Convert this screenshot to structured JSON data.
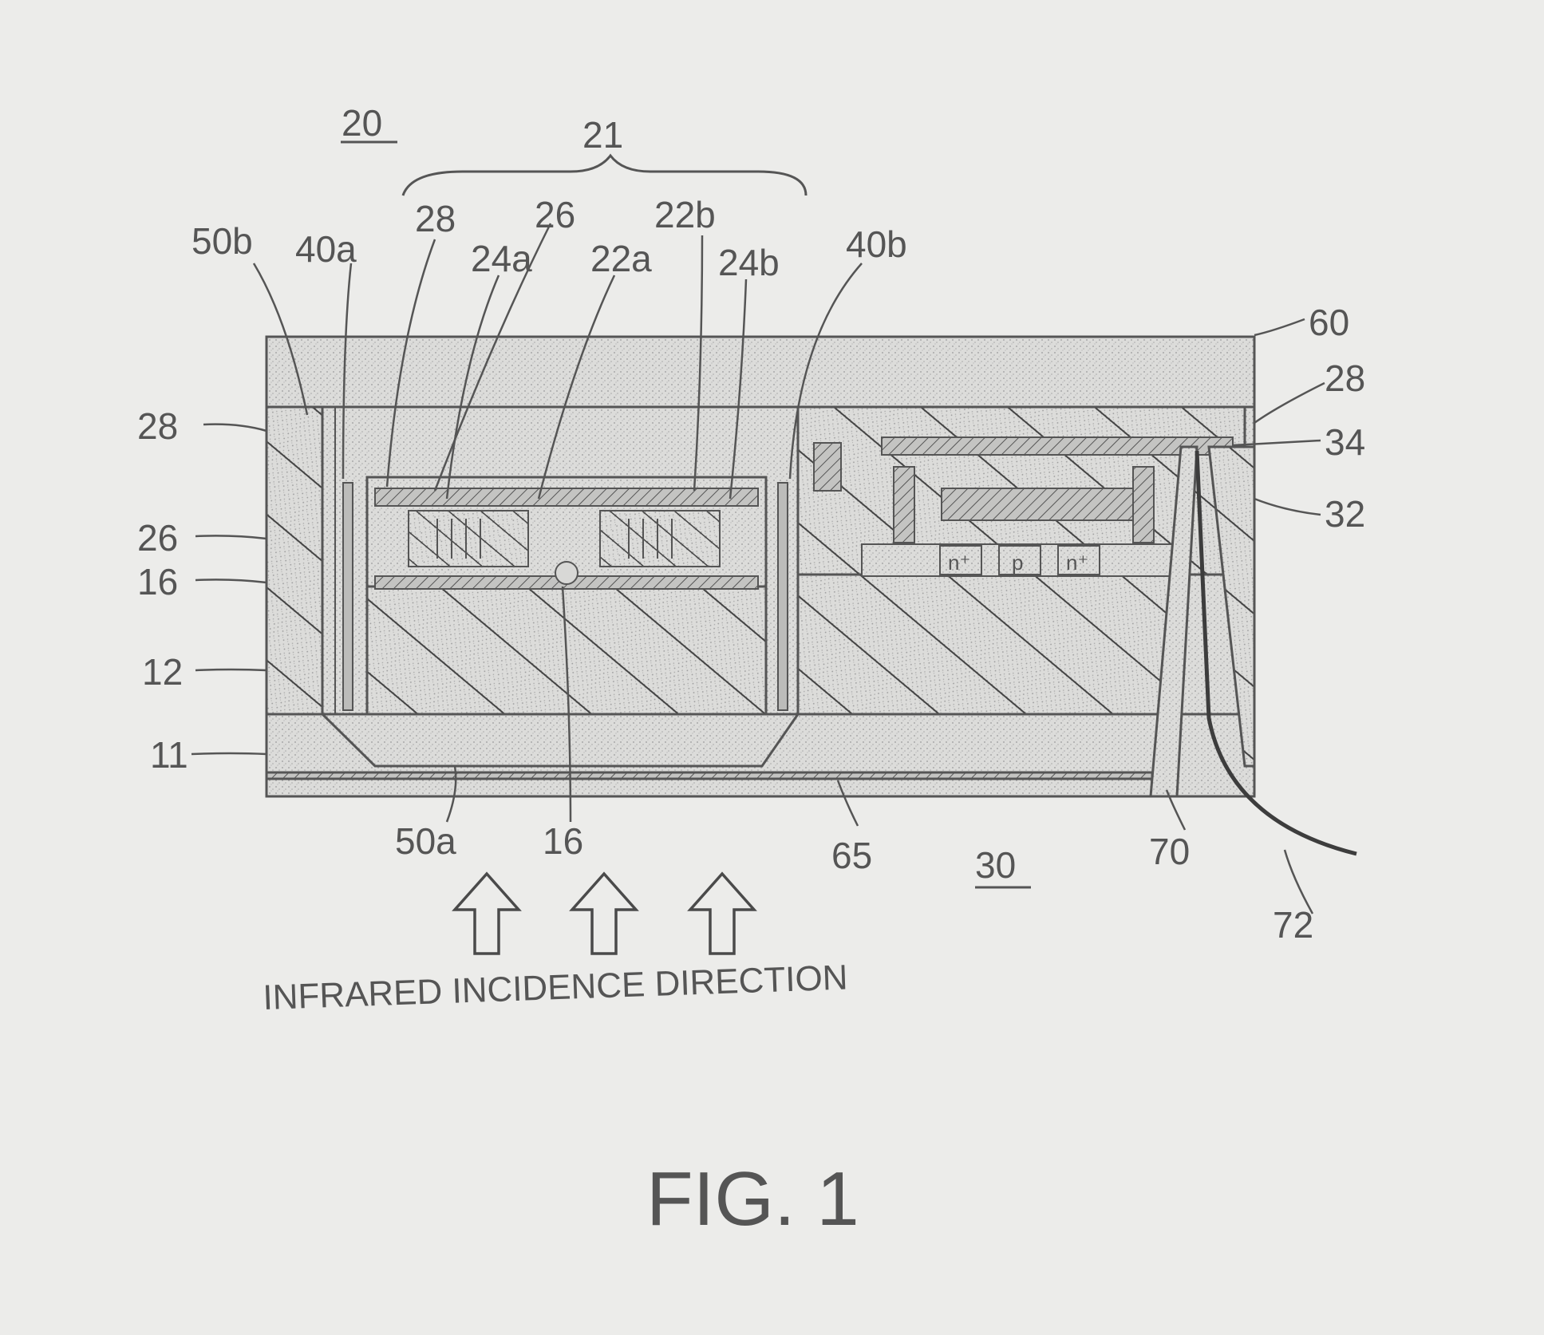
{
  "figure": {
    "caption": "FIG. 1",
    "direction_label": "INFRARED INCIDENCE DIRECTION"
  },
  "labels": {
    "device": "20",
    "element": "21",
    "circuit": "30",
    "l50b": "50b",
    "l40a": "40a",
    "l28_top": "28",
    "l26_top": "26",
    "l24a": "24a",
    "l22a": "22a",
    "l22b": "22b",
    "l24b": "24b",
    "l40b": "40b",
    "l60": "60",
    "l28_right": "28",
    "l34": "34",
    "l32": "32",
    "l28_left": "28",
    "l26_left": "26",
    "l16_left": "16",
    "l12": "12",
    "l11": "11",
    "l50a": "50a",
    "l16_bottom": "16",
    "l65": "65",
    "l70": "70",
    "l72": "72",
    "n_plus_1": "n⁺",
    "p": "p",
    "n_plus_2": "n⁺"
  },
  "colors": {
    "line": "#555555",
    "dark_line": "#3d3d3d",
    "background": "#ececea"
  },
  "icons": [
    "arrow-up-icon",
    "arrow-up-icon",
    "arrow-up-icon"
  ]
}
